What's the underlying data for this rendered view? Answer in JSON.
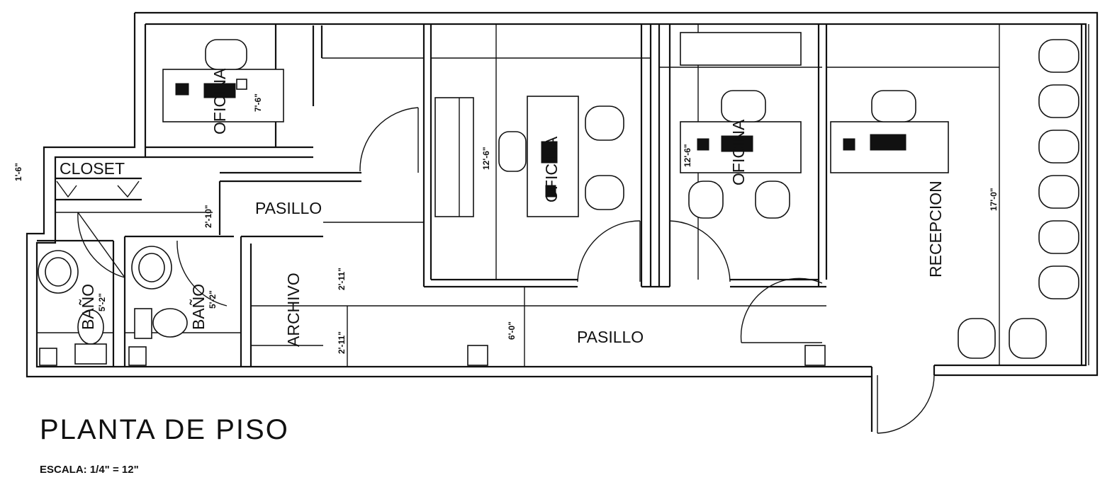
{
  "drawing": {
    "title": "PLANTA DE PISO",
    "scale": "ESCALA: 1/4\" = 12\""
  },
  "rooms": {
    "closet": "CLOSET",
    "pasillo_1": "PASILLO",
    "pasillo_2": "PASILLO",
    "bano_1": "BAÑO",
    "bano_2": "BAÑO",
    "archivo": "ARCHIVO",
    "recepcion": "RECEPCION",
    "oficina_1": "OFICINA",
    "oficina_2": "OFICINA",
    "oficina_3": "OFICINA"
  },
  "dimensions": {
    "closet_side": "1'-6\"",
    "pasillo_width": "2'-10\"",
    "oficina_1_side": "7'-6\"",
    "oficina_2_side": "12'-6\"",
    "oficina_3_side": "12'-6\"",
    "archivo_top": "2'-11\"",
    "archivo_bottom": "2'-11\"",
    "corridor_height": "6'-0\"",
    "recepcion_side": "17'-0\"",
    "bano_1_side": "5'-2\"",
    "bano_2_side": "5'-2\""
  }
}
